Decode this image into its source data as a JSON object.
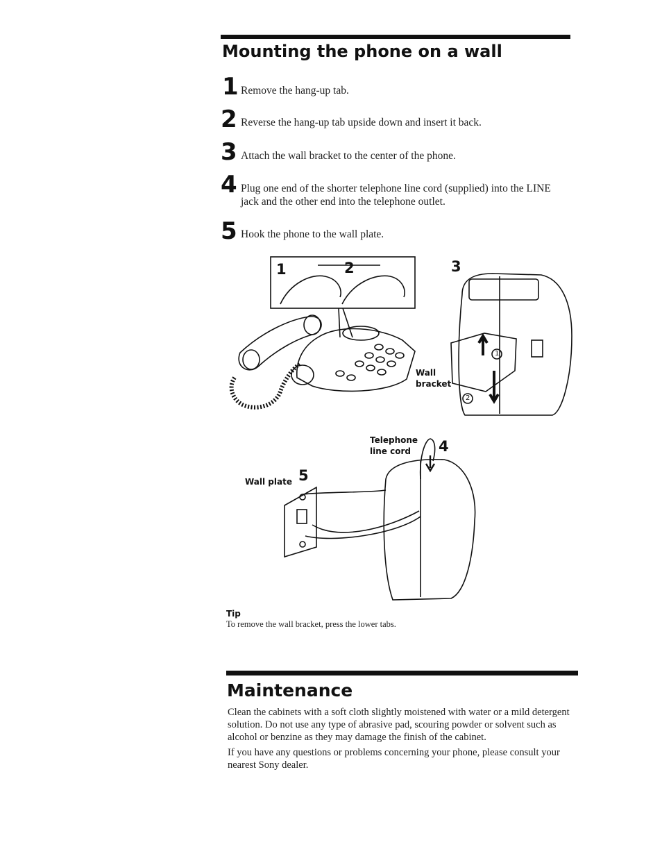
{
  "mounting": {
    "title": "Mounting the phone on a wall",
    "steps": [
      {
        "num": "1",
        "text": "Remove the hang-up tab."
      },
      {
        "num": "2",
        "text": "Reverse the hang-up tab upside down and insert it back."
      },
      {
        "num": "3",
        "text": "Attach the wall bracket to the center of the phone."
      },
      {
        "num": "4",
        "text": "Plug one end of the shorter telephone line cord (supplied) into the LINE jack and the other end into the telephone outlet."
      },
      {
        "num": "5",
        "text": "Hook the phone to the wall plate."
      }
    ]
  },
  "figures": {
    "top_left_labels": [
      "1",
      "2"
    ],
    "top_right_label": "3",
    "wall_bracket_label_line1": "Wall",
    "wall_bracket_label_line2": "bracket",
    "circled_1": "1",
    "circled_2": "2",
    "bottom_step4_label": "4",
    "bottom_step5_label": "5",
    "telephone_line_cord_line1": "Telephone",
    "telephone_line_cord_line2": "line cord",
    "wall_plate_label": "Wall plate"
  },
  "tip": {
    "heading": "Tip",
    "text": "To remove the wall bracket, press the lower tabs."
  },
  "maintenance": {
    "title": "Maintenance",
    "para1": "Clean the cabinets with a soft cloth slightly moistened with water or a mild detergent solution. Do not use any type of abrasive pad, scouring powder or solvent such as alcohol or benzine as they may damage the finish of the cabinet.",
    "para2": "If you have any questions or problems concerning your phone, please consult your nearest Sony dealer."
  }
}
